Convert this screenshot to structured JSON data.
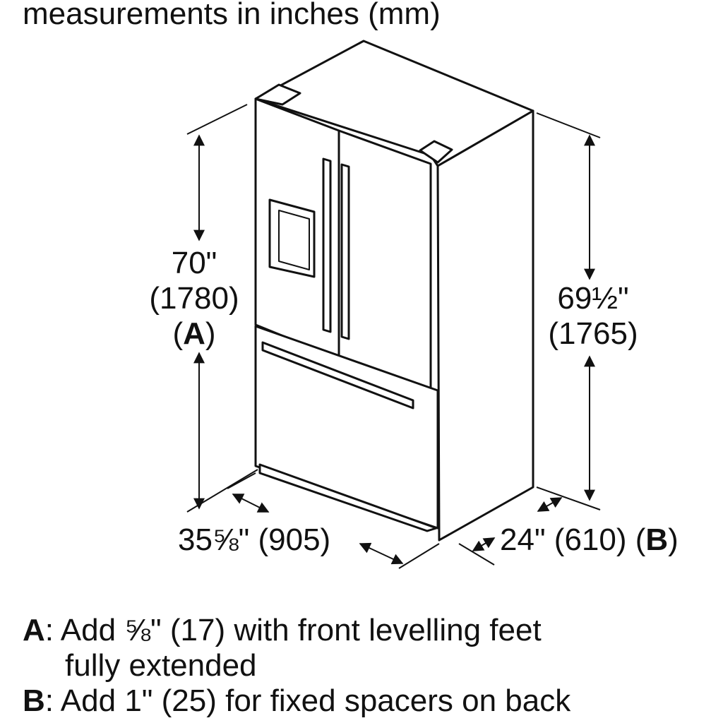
{
  "title": "measurements in inches (mm)",
  "dimensions": {
    "height_a": {
      "value": "70\"",
      "metric": "(1780)",
      "key_open": "(",
      "key": "A",
      "key_close": ")"
    },
    "height_b": {
      "value": "69½\"",
      "metric": "(1765)"
    },
    "width": {
      "text": "35⅝\" (905)"
    },
    "depth": {
      "text": "24\" (610) (",
      "key": "B",
      "key_close": ")"
    }
  },
  "notes": {
    "a": {
      "key": "A",
      "line1": ": Add ⅝\" (17) with front levelling feet",
      "line2": "fully extended"
    },
    "b": {
      "key": "B",
      "line1": ": Add 1\" (25) for fixed spacers on back"
    }
  },
  "colors": {
    "line": "#111111",
    "background": "#ffffff"
  },
  "icons": {
    "refrigerator": "refrigerator-illustration"
  }
}
